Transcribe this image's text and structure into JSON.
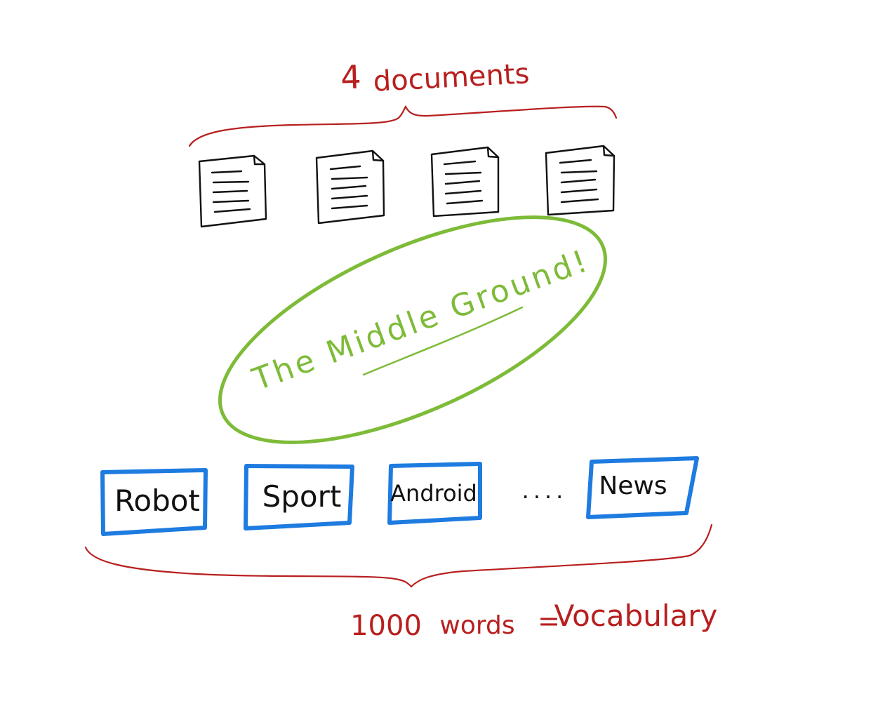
{
  "top_label": {
    "count": "4",
    "word": "documents"
  },
  "documents": [
    {
      "icon": "document-icon"
    },
    {
      "icon": "document-icon"
    },
    {
      "icon": "document-icon"
    },
    {
      "icon": "document-icon"
    }
  ],
  "middle": {
    "label": "The Middle Ground!"
  },
  "words": [
    "Robot",
    "Sport",
    "Android",
    "News"
  ],
  "ellipsis": "....",
  "bottom_label": {
    "count": "1000",
    "word": "words",
    "equals": "=",
    "term": "Vocabulary"
  },
  "colors": {
    "red": "#b81f1f",
    "green": "#7dbb38",
    "blue": "#1e7be0",
    "ink": "#111111"
  }
}
